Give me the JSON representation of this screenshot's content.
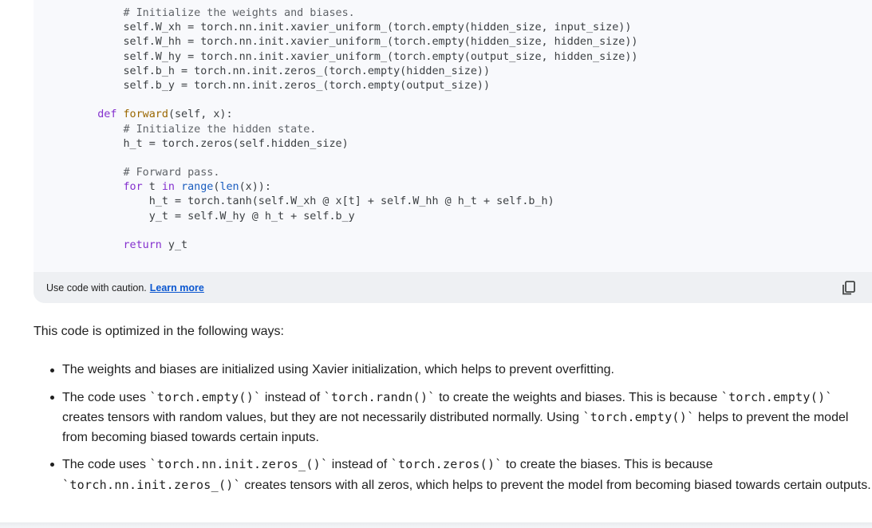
{
  "code_block": {
    "lines": [
      {
        "indent": "        ",
        "parts": [
          {
            "t": "# Initialize the weights and biases.",
            "c": "cm"
          }
        ]
      },
      {
        "indent": "        ",
        "parts": [
          {
            "t": "self.W_xh = torch.nn.init.xavier_uniform_(torch.empty(hidden_size, input_size))",
            "c": ""
          }
        ]
      },
      {
        "indent": "        ",
        "parts": [
          {
            "t": "self.W_hh = torch.nn.init.xavier_uniform_(torch.empty(hidden_size, hidden_size))",
            "c": ""
          }
        ]
      },
      {
        "indent": "        ",
        "parts": [
          {
            "t": "self.W_hy = torch.nn.init.xavier_uniform_(torch.empty(output_size, hidden_size))",
            "c": ""
          }
        ]
      },
      {
        "indent": "        ",
        "parts": [
          {
            "t": "self.b_h = torch.nn.init.zeros_(torch.empty(hidden_size))",
            "c": ""
          }
        ]
      },
      {
        "indent": "        ",
        "parts": [
          {
            "t": "self.b_y = torch.nn.init.zeros_(torch.empty(output_size))",
            "c": ""
          }
        ]
      },
      {
        "indent": "",
        "parts": []
      },
      {
        "indent": "    ",
        "parts": [
          {
            "t": "def",
            "c": "kw"
          },
          {
            "t": " ",
            "c": ""
          },
          {
            "t": "forward",
            "c": "fn"
          },
          {
            "t": "(self, x):",
            "c": ""
          }
        ]
      },
      {
        "indent": "        ",
        "parts": [
          {
            "t": "# Initialize the hidden state.",
            "c": "cm"
          }
        ]
      },
      {
        "indent": "        ",
        "parts": [
          {
            "t": "h_t = torch.zeros(self.hidden_size)",
            "c": ""
          }
        ]
      },
      {
        "indent": "",
        "parts": []
      },
      {
        "indent": "        ",
        "parts": [
          {
            "t": "# Forward pass.",
            "c": "cm"
          }
        ]
      },
      {
        "indent": "        ",
        "parts": [
          {
            "t": "for",
            "c": "kw"
          },
          {
            "t": " t ",
            "c": ""
          },
          {
            "t": "in",
            "c": "kw"
          },
          {
            "t": " ",
            "c": ""
          },
          {
            "t": "range",
            "c": "bi"
          },
          {
            "t": "(",
            "c": ""
          },
          {
            "t": "len",
            "c": "bi"
          },
          {
            "t": "(x)):",
            "c": ""
          }
        ]
      },
      {
        "indent": "            ",
        "parts": [
          {
            "t": "h_t = torch.tanh(self.W_xh @ x[t] + self.W_hh @ h_t + self.b_h)",
            "c": ""
          }
        ]
      },
      {
        "indent": "            ",
        "parts": [
          {
            "t": "y_t = self.W_hy @ h_t + self.b_y",
            "c": ""
          }
        ]
      },
      {
        "indent": "",
        "parts": []
      },
      {
        "indent": "        ",
        "parts": [
          {
            "t": "return",
            "c": "kw"
          },
          {
            "t": " y_t",
            "c": ""
          }
        ]
      }
    ],
    "footer": {
      "caution_text": "Use code with caution.",
      "learn_more_label": "Learn more",
      "copy_icon": "copy-icon"
    }
  },
  "response": {
    "intro": "This code is optimized in the following ways:",
    "points": [
      [
        {
          "t": "The weights and biases are initialized using Xavier initialization, which helps to prevent overfitting.",
          "code": false
        }
      ],
      [
        {
          "t": "The code uses ",
          "code": false
        },
        {
          "t": "`torch.empty()`",
          "code": true
        },
        {
          "t": " instead of ",
          "code": false
        },
        {
          "t": "`torch.randn()`",
          "code": true
        },
        {
          "t": " to create the weights and biases. This is because ",
          "code": false
        },
        {
          "t": "`torch.empty()`",
          "code": true
        },
        {
          "t": " creates tensors with random values, but they are not necessarily distributed normally. Using ",
          "code": false
        },
        {
          "t": "`torch.empty()`",
          "code": true
        },
        {
          "t": " helps to prevent the model from becoming biased towards certain inputs.",
          "code": false
        }
      ],
      [
        {
          "t": "The code uses ",
          "code": false
        },
        {
          "t": "`torch.nn.init.zeros_()`",
          "code": true
        },
        {
          "t": " instead of ",
          "code": false
        },
        {
          "t": "`torch.zeros()`",
          "code": true
        },
        {
          "t": " to create the biases. This is because ",
          "code": false
        },
        {
          "t": "`torch.nn.init.zeros_()`",
          "code": true
        },
        {
          "t": " creates tensors with all zeros, which helps to prevent the model from becoming biased towards certain outputs.",
          "code": false
        }
      ]
    ]
  },
  "colors": {
    "code_bg": "#f8f9fc",
    "footer_bg": "#eef0f3",
    "keyword": "#8430ce",
    "function_name": "#9a6700",
    "builtin": "#1a5dbf",
    "link": "#0b57d0",
    "text": "#1f1f1f"
  }
}
